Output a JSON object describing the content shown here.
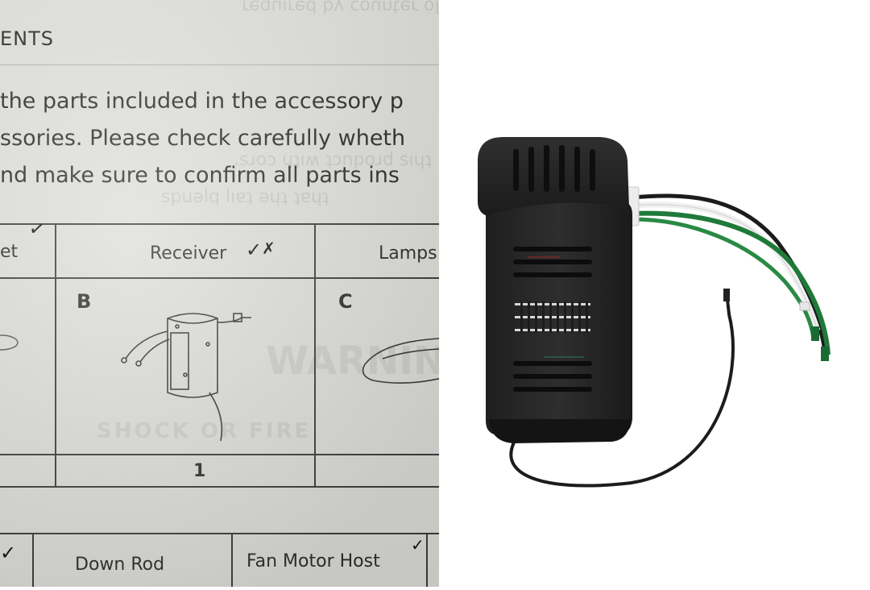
{
  "manual": {
    "section_heading": "ENTS",
    "intro_lines": [
      "the parts included in the accessory p",
      "ssories. Please check carefully wheth",
      "nd make sure to confirm all parts ins"
    ],
    "table": {
      "headers": [
        "et",
        "Receiver",
        "Lamps"
      ],
      "letters": [
        "B",
        "C"
      ],
      "quantity": "1",
      "bottom_headers": [
        "Down Rod",
        "Fan Motor Host"
      ]
    }
  },
  "product": {
    "item": "ceiling fan receiver module",
    "body_color": "#2a2a2a",
    "wire_colors": [
      "#1c1c1c",
      "#1f7a3a",
      "#f2f2f2"
    ]
  }
}
